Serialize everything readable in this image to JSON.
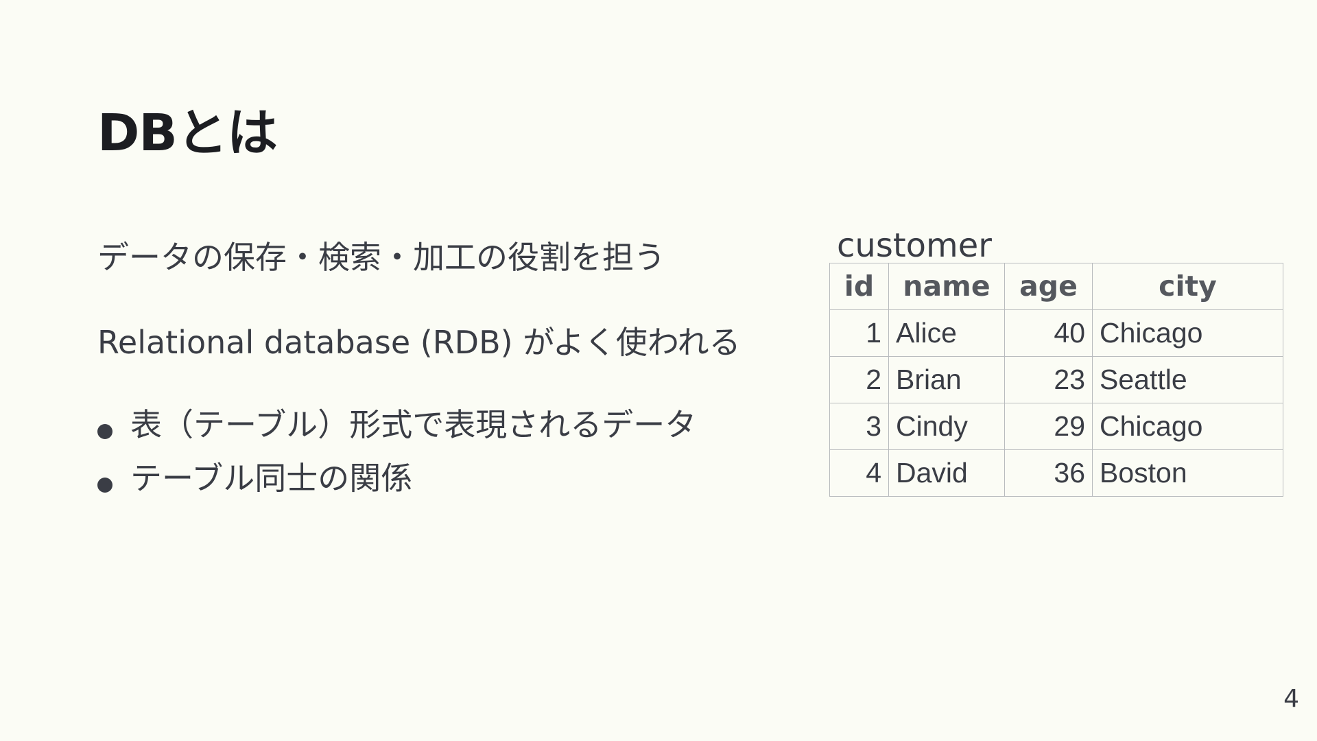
{
  "slide": {
    "title": "DBとは",
    "line1": "データの保存・検索・加工の役割を担う",
    "line2": "Relational database (RDB) がよく使われる",
    "bullets": [
      "表（テーブル）形式で表現されるデータ",
      "テーブル同士の関係"
    ],
    "page_number": "4"
  },
  "table": {
    "caption": "customer",
    "headers": [
      "id",
      "name",
      "age",
      "city"
    ],
    "rows": [
      [
        "1",
        "Alice",
        "40",
        "Chicago"
      ],
      [
        "2",
        "Brian",
        "23",
        "Seattle"
      ],
      [
        "3",
        "Cindy",
        "29",
        "Chicago"
      ],
      [
        "4",
        "David",
        "36",
        "Boston"
      ]
    ]
  }
}
